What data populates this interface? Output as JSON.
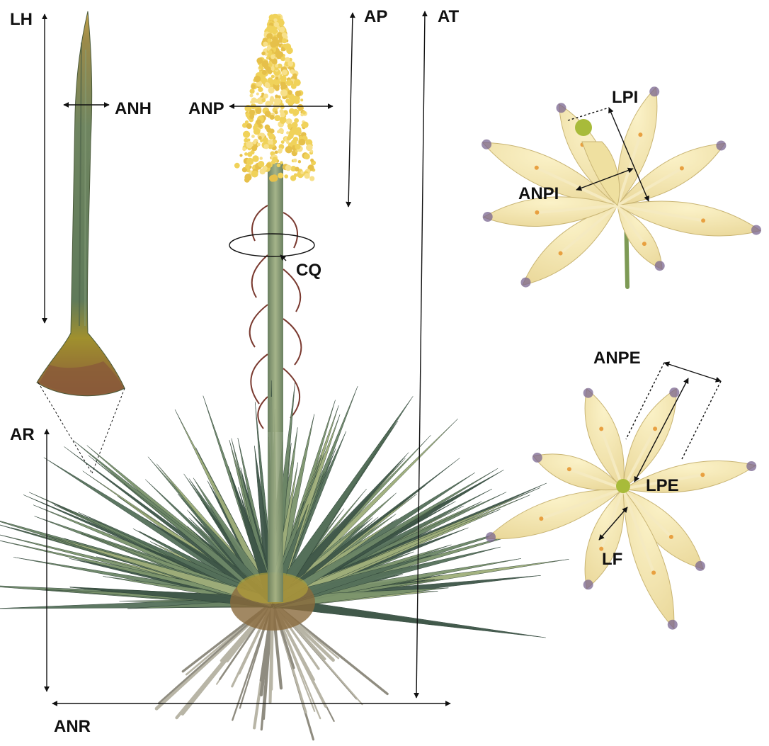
{
  "labels": {
    "lh": "LH",
    "anh": "ANH",
    "anp": "ANP",
    "ap": "AP",
    "at": "AT",
    "cq": "CQ",
    "ar": "AR",
    "anr": "ANR",
    "lpi": "LPI",
    "anpi": "ANPI",
    "anpe": "ANPE",
    "lpe": "LPE",
    "lf": "LF"
  },
  "colors": {
    "leaf_dark": "#3e5648",
    "leaf_mid": "#6b8566",
    "leaf_light": "#9fae7a",
    "dry_leaf": "#b8b5a6",
    "stem_green": "#7f9670",
    "base_brown": "#8a6a3c",
    "panicle_yellow": "#f0d25a",
    "petal_cream": "#f2e4a6",
    "petal_tip": "#7a6690",
    "stamen_orange": "#e8a040",
    "stigma_green": "#a8bb3a",
    "line": "#111111"
  }
}
